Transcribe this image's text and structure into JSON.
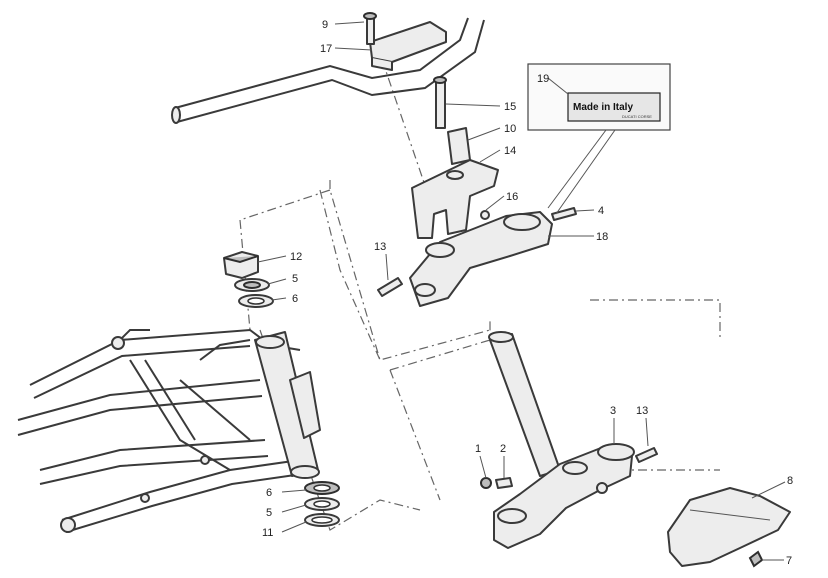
{
  "callouts": [
    {
      "id": "9",
      "label": "9"
    },
    {
      "id": "17",
      "label": "17"
    },
    {
      "id": "19",
      "label": "19"
    },
    {
      "id": "15",
      "label": "15"
    },
    {
      "id": "10",
      "label": "10"
    },
    {
      "id": "14",
      "label": "14"
    },
    {
      "id": "16",
      "label": "16"
    },
    {
      "id": "4",
      "label": "4"
    },
    {
      "id": "18",
      "label": "18"
    },
    {
      "id": "13a",
      "label": "13"
    },
    {
      "id": "12",
      "label": "12"
    },
    {
      "id": "5a",
      "label": "5"
    },
    {
      "id": "6a",
      "label": "6"
    },
    {
      "id": "3",
      "label": "3"
    },
    {
      "id": "13b",
      "label": "13"
    },
    {
      "id": "1",
      "label": "1"
    },
    {
      "id": "2",
      "label": "2"
    },
    {
      "id": "8",
      "label": "8"
    },
    {
      "id": "6b",
      "label": "6"
    },
    {
      "id": "5b",
      "label": "5"
    },
    {
      "id": "11",
      "label": "11"
    },
    {
      "id": "7",
      "label": "7"
    }
  ],
  "badge": {
    "text": "Made in Italy",
    "subtext": "DUCATI CORSE"
  },
  "colors": {
    "part_fill": "#ededed",
    "part_stroke": "#3a3a3a",
    "background": "#ffffff"
  }
}
